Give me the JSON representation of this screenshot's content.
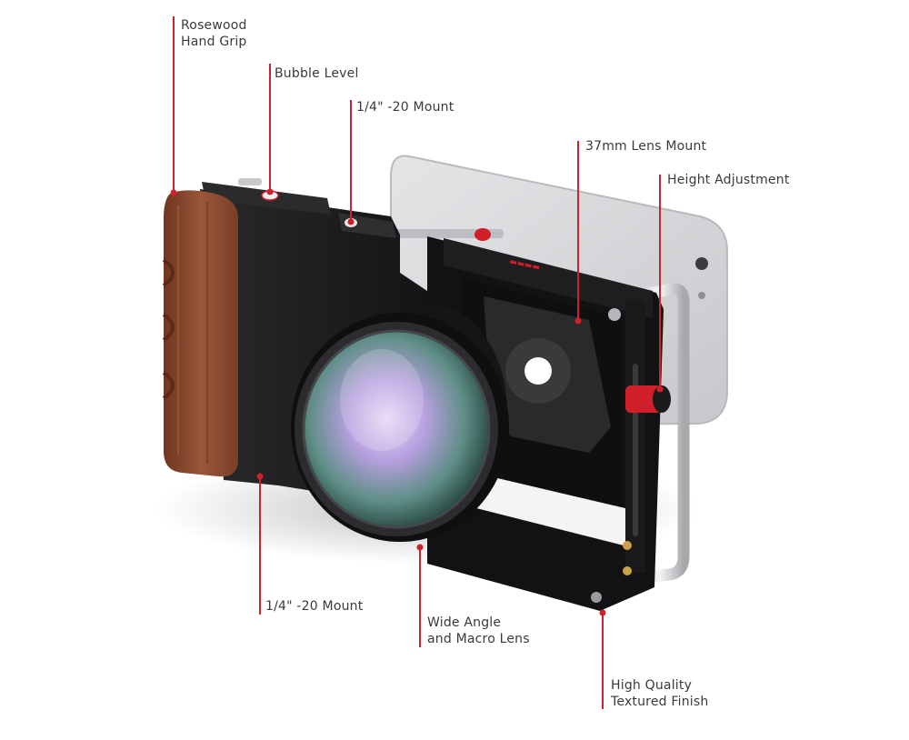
{
  "callouts": {
    "rosewood_grip": [
      "Rosewood",
      "Hand Grip"
    ],
    "bubble_level": [
      "Bubble Level"
    ],
    "mount_top": [
      "1/4\" -20 Mount"
    ],
    "lens_mount": [
      "37mm Lens Mount"
    ],
    "height_adjustment": [
      "Height Adjustment"
    ],
    "mount_bottom": [
      "1/4\" -20 Mount"
    ],
    "wide_angle_lens": [
      "Wide Angle",
      "and Macro Lens"
    ],
    "textured_finish": [
      "High Quality",
      "Textured Finish"
    ]
  },
  "colors": {
    "leader": "#d0202a",
    "label_text": "#3a3a3a",
    "wood": "#8a4a30",
    "body": "#1c1c1e",
    "accent_red": "#d01f28",
    "phone": "#d9dadc"
  }
}
